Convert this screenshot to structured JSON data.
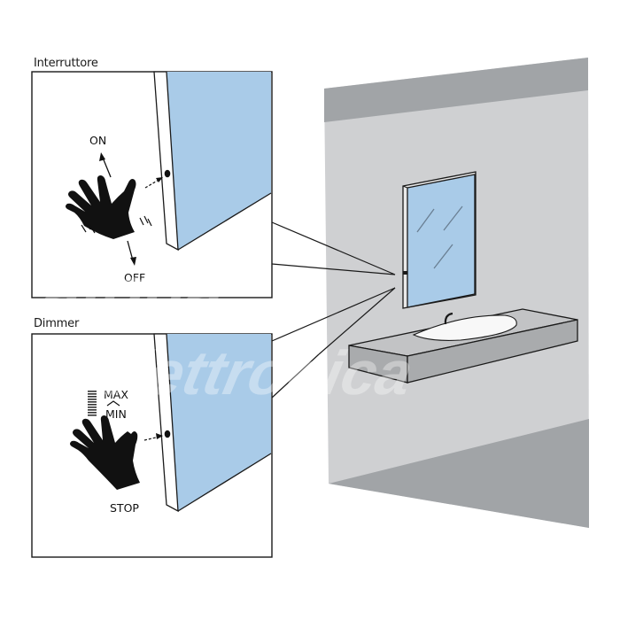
{
  "panels": {
    "switch": {
      "title": "Interruttore",
      "labels": {
        "on": "ON",
        "off": "OFF"
      }
    },
    "dimmer": {
      "title": "Dimmer",
      "labels": {
        "max": "MAX",
        "min": "MIN",
        "stop": "STOP"
      }
    }
  },
  "scene": {
    "elements": [
      "wall",
      "floor",
      "mirror",
      "countertop",
      "washbasin",
      "faucet",
      "touch-sensor"
    ]
  },
  "watermark": {
    "line1": "alpha",
    "line2": "elettronica"
  },
  "colors": {
    "glass": "#a9cbe8",
    "wall": "#cfd0d2",
    "wall_dark": "#a1a4a7",
    "outline": "#1a1a1a",
    "countertop_top": "#c2c3c5",
    "countertop_front": "#a9abad",
    "basin": "#f8f8f8"
  }
}
